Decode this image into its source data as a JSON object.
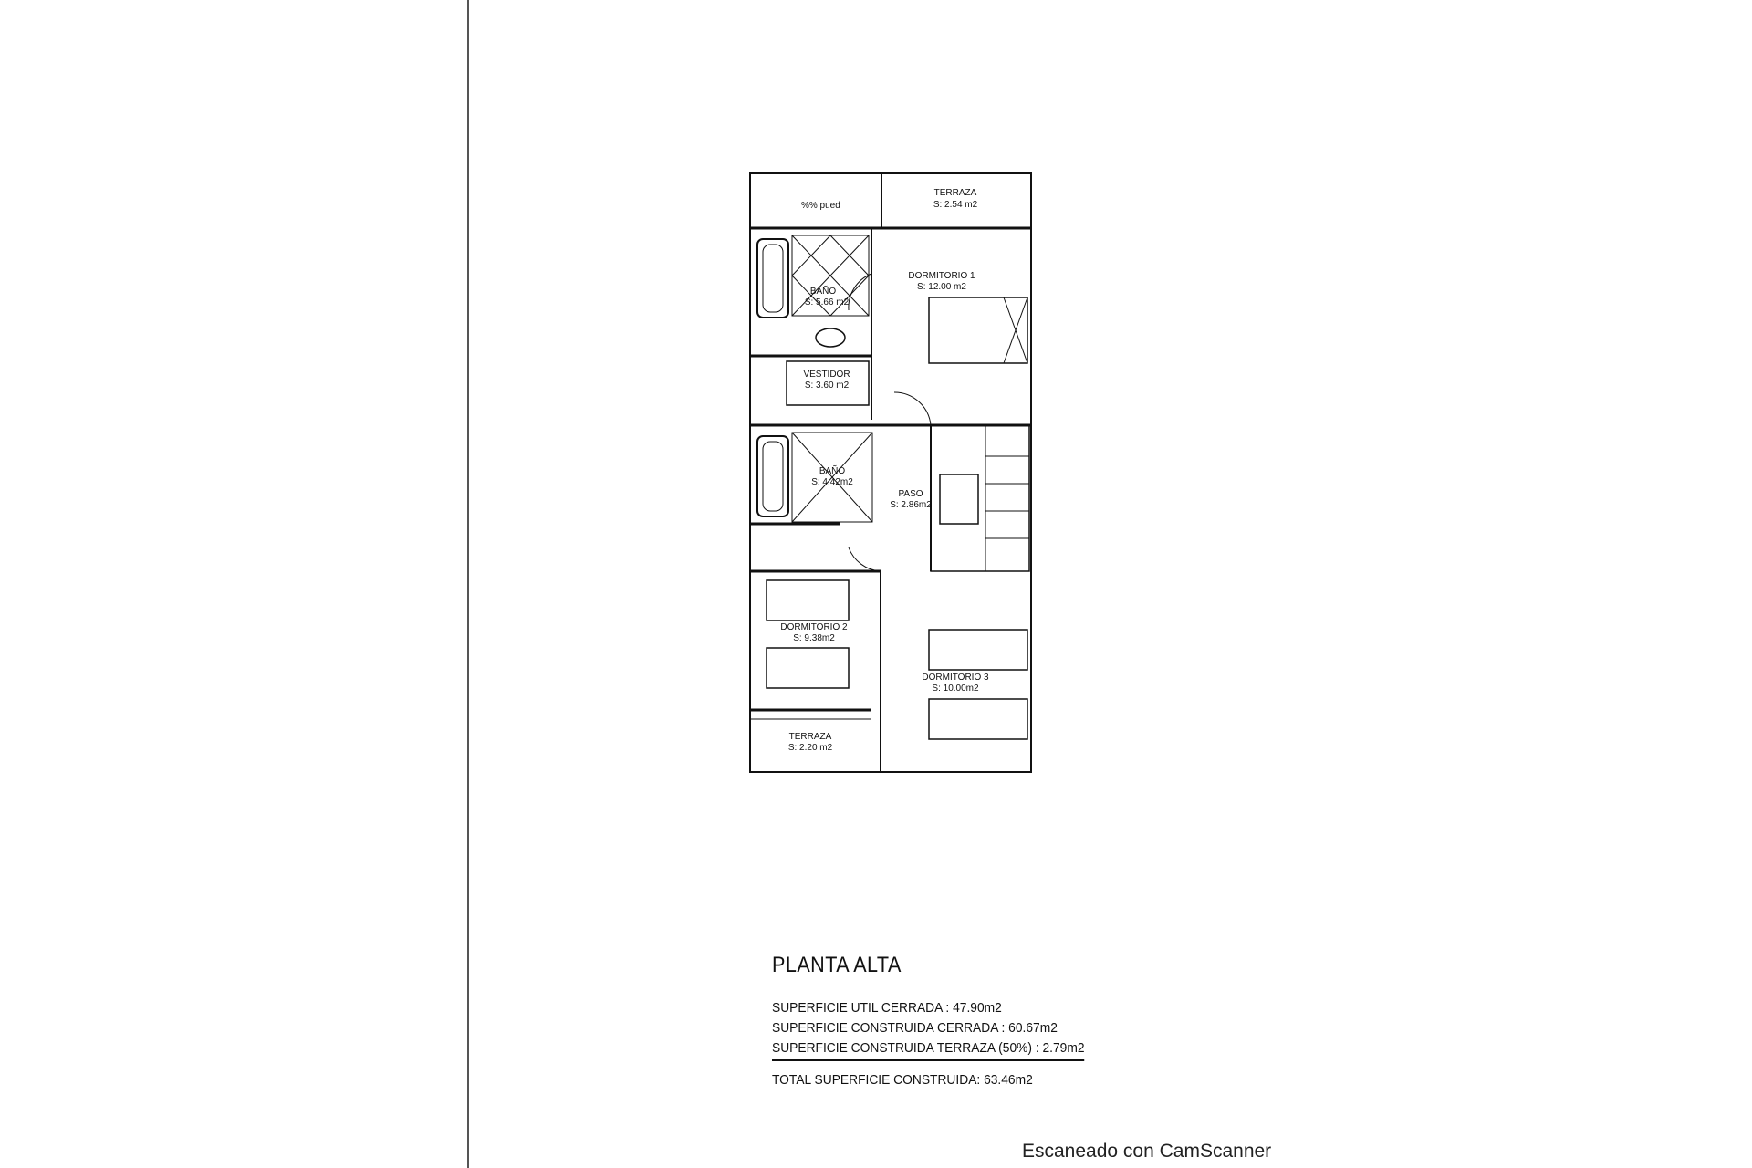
{
  "plan": {
    "labels": {
      "stair_note": "%% pued",
      "terraza_1_name": "TERRAZA",
      "terraza_1_area": "S: 2.54 m2",
      "dormitorio_1_name": "DORMITORIO 1",
      "dormitorio_1_area": "S: 12.00 m2",
      "bano_1_name": "BAÑO",
      "bano_1_area": "S: 5.66 m2",
      "vestidor_name": "VESTIDOR",
      "vestidor_area": "S: 3.60 m2",
      "bano_2_name": "BAÑO",
      "bano_2_area": "S: 4.42m2",
      "paso_name": "PASO",
      "paso_area": "S: 2.86m2",
      "dormitorio_2_name": "DORMITORIO 2",
      "dormitorio_2_area": "S: 9.38m2",
      "dormitorio_3_name": "DORMITORIO 3",
      "dormitorio_3_area": "S: 10.00m2",
      "terraza_2_name": "TERRAZA",
      "terraza_2_area": "S: 2.20 m2"
    }
  },
  "legend": {
    "title": "PLANTA ALTA",
    "util_cerrada": "SUPERFICIE UTIL CERRADA : 47.90m2",
    "construida_cerrada": "SUPERFICIE CONSTRUIDA CERRADA : 60.67m2",
    "construida_terraza": "SUPERFICIE CONSTRUIDA TERRAZA (50%) : 2.79m2",
    "total": "TOTAL SUPERFICIE CONSTRUIDA: 63.46m2"
  },
  "watermark": "Escaneado con CamScanner"
}
